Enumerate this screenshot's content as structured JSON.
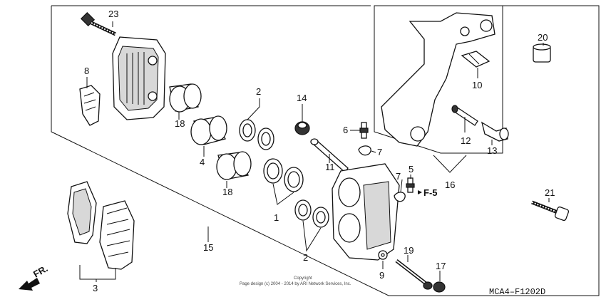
{
  "diagram": {
    "drawing_code": "MCA4–F1202D",
    "direction_marker": "FR.",
    "reference": "F-5",
    "copyright_line1": "Copyright",
    "copyright_line2": "Page design (c) 2004 - 2014 by ARI Network Services, Inc."
  },
  "callouts": {
    "c23": "23",
    "c8": "8",
    "c18a": "18",
    "c18b": "18",
    "c4": "4",
    "c2a": "2",
    "c2b": "2",
    "c14": "14",
    "c6": "6",
    "c7a": "7",
    "c7b": "7",
    "c11": "11",
    "c1": "1",
    "c5": "5",
    "c10": "10",
    "c12": "12",
    "c13": "13",
    "c16": "16",
    "c20": "20",
    "c21": "21",
    "c15": "15",
    "c3": "3",
    "c9": "9",
    "c19": "19",
    "c17": "17"
  }
}
